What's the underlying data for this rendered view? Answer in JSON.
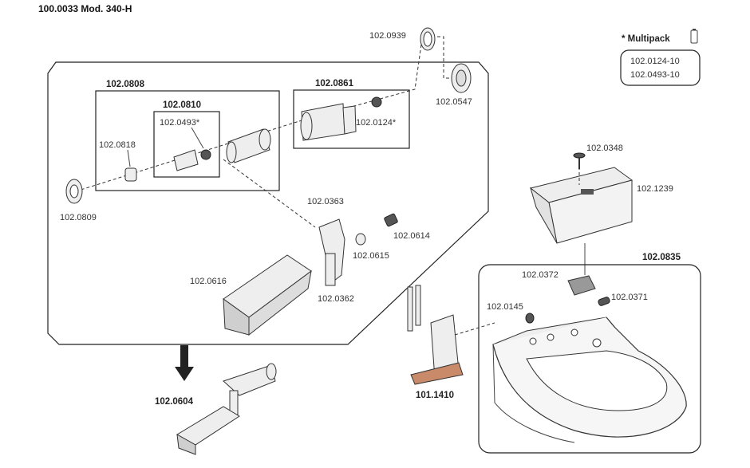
{
  "title": "100.0033 Mod. 340-H",
  "multipack": {
    "label": "* Multipack",
    "items": [
      "102.0124-10",
      "102.0493-10"
    ]
  },
  "groups": {
    "g0808": "102.0808",
    "g0861": "102.0861",
    "g0810": "102.0810",
    "g0835": "102.0835",
    "g1410": "101.1410",
    "g0604": "102.0604"
  },
  "parts": {
    "p0939": "102.0939",
    "p0547": "102.0547",
    "p0493": "102.0493*",
    "p0124": "102.0124*",
    "p0818": "102.0818",
    "p0809": "102.0809",
    "p0363": "102.0363",
    "p0614": "102.0614",
    "p0615": "102.0615",
    "p0616": "102.0616",
    "p0362": "102.0362",
    "p0348": "102.0348",
    "p1239": "102.1239",
    "p0372": "102.0372",
    "p0371": "102.0371",
    "p0145": "102.0145"
  }
}
